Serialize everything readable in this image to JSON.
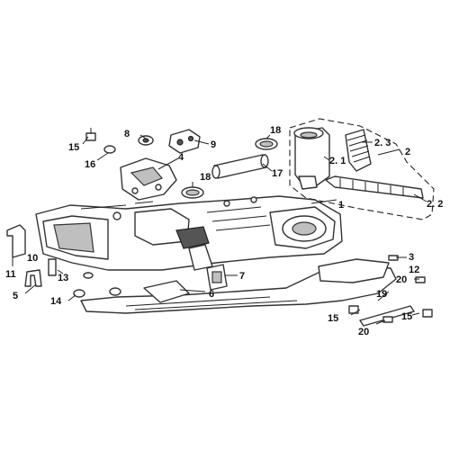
{
  "callouts": {
    "c1": "1",
    "c2": "2",
    "c2_1": "2. 1",
    "c2_2": "2. 2",
    "c2_3": "2. 3",
    "c3": "3",
    "c4": "4",
    "c5": "5",
    "c6": "6",
    "c7": "7",
    "c8": "8",
    "c9": "9",
    "c10": "10",
    "c11": "11",
    "c12": "12",
    "c13": "13",
    "c14": "14",
    "c15a": "15",
    "c15b": "15",
    "c15c": "15",
    "c16": "16",
    "c17": "17",
    "c18a": "18",
    "c18b": "18",
    "c19": "19",
    "c20a": "20",
    "c20b": "20"
  }
}
